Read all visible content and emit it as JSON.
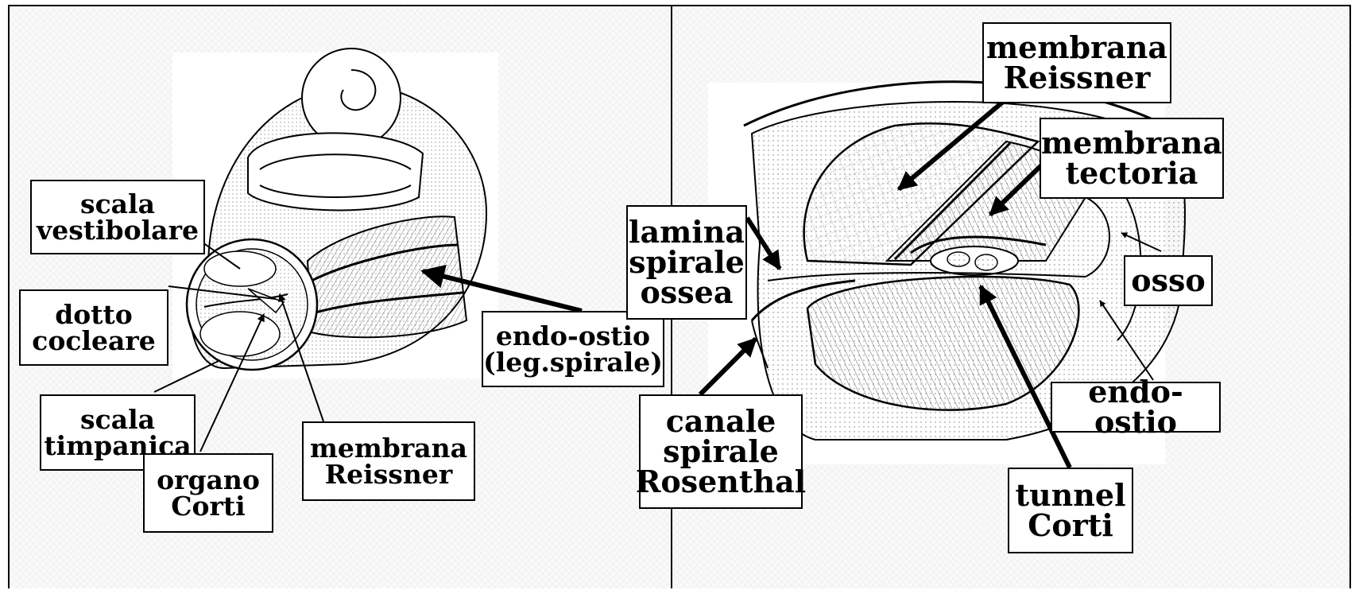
{
  "left_panel": {
    "labels": {
      "scala_vestibolare": "scala\nvestibolare",
      "dotto_cocleare": "dotto\ncocleare",
      "scala_timpanica": "scala\ntimpanica",
      "organo_corti": "organo\nCorti",
      "membrana_reissner": "membrana\nReissner",
      "endo_ostio": "endo-ostio\n(leg.spirale)"
    }
  },
  "right_panel": {
    "labels": {
      "membrana_reissner": "membrana\nReissner",
      "membrana_tectoria": "membrana\ntectoria",
      "lamina_spirale_ossea": "lamina\nspirale\nossea",
      "osso": "osso",
      "canale_spirale_rosenthal": "canale\nspirale\nRosenthal",
      "endo_ostio": "endo-ostio",
      "tunnel_corti": "tunnel\nCorti"
    }
  },
  "colors": {
    "ink": "#000000",
    "background": "#fafafa",
    "label_bg": "#ffffff"
  }
}
